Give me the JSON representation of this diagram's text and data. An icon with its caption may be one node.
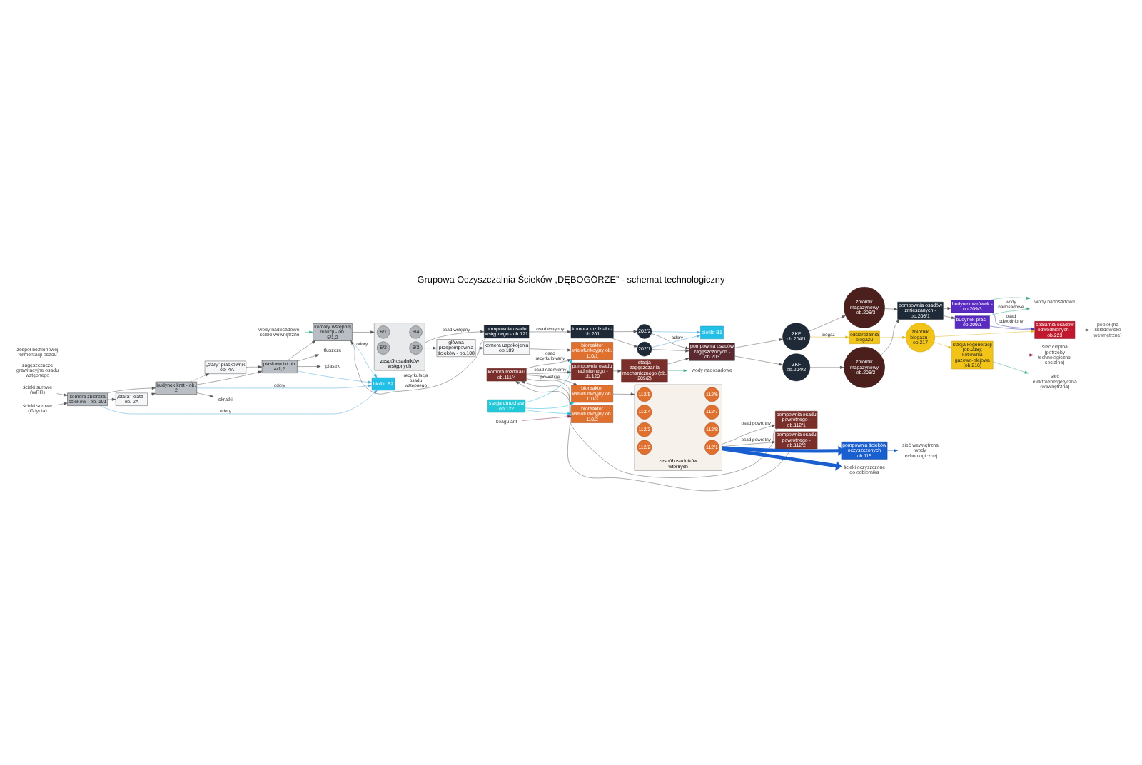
{
  "diagram": {
    "title": "Grupowa Oczyszczalnia Ścieków „DĘBOGÓRZE” - schemat technologiczny",
    "nodes": [
      {
        "text": [
          "ścieki surowe (WRR)"
        ]
      },
      {
        "text": [
          "ścieki surowe (Gdynia)"
        ]
      },
      {
        "text": [
          "komora zbiorcza ścieków - ob. 101"
        ]
      },
      {
        "text": [
          "„stara” krata - ob. 2A"
        ]
      },
      {
        "text": [
          "budynek krat - ob. 2"
        ]
      },
      {
        "text": [
          "„stary” piaskownik - ob. 4A"
        ]
      },
      {
        "text": [
          "piaskowniki ob. 4/1,2"
        ]
      },
      {
        "text": [
          "skratki"
        ]
      },
      {
        "text": [
          "piasek"
        ]
      },
      {
        "text": [
          "tłuszcze"
        ]
      },
      {
        "text": [
          "biofiltr B2"
        ]
      },
      {
        "text": [
          "komory wstępnej reakcji - ob. 5/1,2"
        ]
      },
      {
        "text": [
          "wody nadosadowe, ścieki wewnętrzne"
        ]
      },
      {
        "text": [
          "zespół osadników wstępnych"
        ]
      },
      {
        "text": [
          "6/1"
        ],
        "in": 13
      },
      {
        "text": [
          "6/2"
        ],
        "in": 13
      },
      {
        "text": [
          "6/4"
        ],
        "in": 13
      },
      {
        "text": [
          "6/3"
        ],
        "in": 13
      },
      {
        "text": [
          "pompownia osadu wstępnego - ob.121"
        ]
      },
      {
        "text": [
          "główna przepompownia ścieków - ob.108"
        ]
      },
      {
        "text": [
          "komora uspokojenia ob.109"
        ]
      },
      {
        "text": [
          "biofiltr B1"
        ]
      },
      {
        "text": [
          "pompownia osadu nadmiernego - ob.120"
        ]
      },
      {
        "text": [
          "stacja zagęszczania mechanicznego (ob. 209/2)"
        ]
      },
      {
        "text": [
          "wody nadosadowe"
        ]
      },
      {
        "text": [
          "komora rozdziału - ob.201"
        ]
      },
      {
        "text": [
          "202/1"
        ]
      },
      {
        "text": [
          "202/2"
        ]
      },
      {
        "text": [
          "pompownia osadów zagęszczonych - ob.203"
        ]
      },
      {
        "text": [
          "ZKF ob.204/1"
        ]
      },
      {
        "text": [
          "ZKF ob.204/2"
        ]
      },
      {
        "text": [
          "odsiarczalnia biogazu"
        ]
      },
      {
        "text": [
          "zbiornik magazynowy - ob.206/3"
        ]
      },
      {
        "text": [
          "zbiornik magazynowy - ob.206/2"
        ]
      },
      {
        "text": [
          "pompownia osadów zmieszanych - ob.206/1"
        ]
      },
      {
        "text": [
          "budynek wirówek - ob.209/3"
        ]
      },
      {
        "text": [
          "budynek pras - ob.209/1"
        ]
      },
      {
        "text": [
          "zbiornik biogazu - ob.217"
        ]
      },
      {
        "text": [
          "stacja kogeneracji (ob.218); kotłownia gazowo-olejowa (ob.216)"
        ]
      },
      {
        "text": [
          "sieć elektroenergetyczna (wewnętrzna)"
        ]
      },
      {
        "text": [
          "sieć cieplna (potrzeby technologiczne, socjalne)"
        ]
      },
      {
        "text": [
          "spalarnia osadów odwodnionych - ob.223"
        ]
      },
      {
        "text": [
          "popiół (na składowisko wewnętrzne)"
        ]
      },
      {
        "text": [
          "wody nadosadowe"
        ]
      },
      {
        "text": [
          "komora rozdziału ob.111/4"
        ]
      },
      {
        "text": [
          "pompownia osadu powrotnego - ob.112/1"
        ]
      },
      {
        "text": [
          "bioreaktor wielofunkcyjny ob. 110/1"
        ]
      },
      {
        "text": [
          "bioreaktor wielofunkcyjny ob. 110/2"
        ]
      },
      {
        "text": [
          "bioreaktor wielofunkcyjny ob. 110/3"
        ]
      },
      {
        "text": [
          "stacja dmuchaw ob.122"
        ]
      },
      {
        "text": [
          "koagulant"
        ]
      },
      {
        "text": [
          "pompownia osadu powrotnego - ob.112/2"
        ]
      },
      {
        "text": [
          "zespół osadników wtórnych"
        ]
      },
      {
        "text": [
          "112/5"
        ],
        "in": 52
      },
      {
        "text": [
          "112/4"
        ],
        "in": 52
      },
      {
        "text": [
          "112/3"
        ],
        "in": 52
      },
      {
        "text": [
          "112/2"
        ],
        "in": 52
      },
      {
        "text": [
          "112/6"
        ],
        "in": 52
      },
      {
        "text": [
          "112/7"
        ],
        "in": 52
      },
      {
        "text": [
          "112/8"
        ],
        "in": 52
      },
      {
        "text": [
          "112/1"
        ],
        "in": 52
      },
      {
        "text": [
          "pompownia ścieków oczyszczonych ob.115"
        ]
      },
      {
        "text": [
          "sieć wewnętrzna wody technologicznej"
        ]
      },
      {
        "text": [
          "ścieki oczyszczone do odbiornika"
        ]
      }
    ],
    "edges": [
      {
        "from": 0,
        "to": 2,
        "arrow": "to"
      },
      {
        "from": 1,
        "to": 2,
        "arrow": "to"
      },
      {
        "from": 2,
        "to": 4,
        "arrow": "to"
      },
      {
        "from": 2,
        "to": 3,
        "arrow": "to",
        "style": "dashed"
      },
      {
        "from": 3,
        "to": 4,
        "arrow": "to",
        "style": "dashed"
      },
      {
        "from": 4,
        "to": 5,
        "arrow": "to",
        "style": "dashed"
      },
      {
        "from": 5,
        "to": 6,
        "arrow": "to",
        "style": "dashed"
      },
      {
        "from": 4,
        "to": 6,
        "arrow": "to"
      },
      {
        "from": 6,
        "to": 11,
        "arrow": "to"
      },
      {
        "from": 4,
        "to": 7,
        "arrow": "to"
      },
      {
        "from": 6,
        "to": 8,
        "arrow": "to"
      },
      {
        "from": 6,
        "to": 9,
        "arrow": "to"
      },
      {
        "from": 2,
        "to": 10,
        "label": "odory",
        "arrow": "to",
        "color": "#4fa8dc"
      },
      {
        "from": 4,
        "to": 10,
        "label": "odory",
        "arrow": "to",
        "color": "#4fa8dc"
      },
      {
        "from": 6,
        "to": 10,
        "arrow": "to",
        "color": "#4fa8dc"
      },
      {
        "from": 11,
        "to": 10,
        "label": "odory",
        "arrow": "to",
        "color": "#4fa8dc"
      },
      {
        "from": 12,
        "to": 11,
        "arrow": "to",
        "color": "#3aa887"
      },
      {
        "from": 11,
        "to": 13,
        "arrow": "to"
      },
      {
        "from": 13,
        "to": 19,
        "arrow": "to"
      },
      {
        "from": 13,
        "to": 18,
        "label": "osad wstępny",
        "arrow": "to"
      },
      {
        "from": 18,
        "to": 11,
        "label": "recyrkulacja osadu wstępnego",
        "arrow": "to"
      },
      {
        "from": 18,
        "to": 25,
        "label": "osad wstępny",
        "arrow": "to"
      },
      {
        "from": 19,
        "to": 20,
        "arrow": "to"
      },
      {
        "from": 20,
        "to": 46,
        "arrow": "to"
      },
      {
        "from": 25,
        "to": 26,
        "arrow": "to"
      },
      {
        "from": 25,
        "to": 27,
        "arrow": "to"
      },
      {
        "from": 26,
        "to": 28,
        "arrow": "to"
      },
      {
        "from": 27,
        "to": 28,
        "arrow": "to"
      },
      {
        "from": 26,
        "to": 21,
        "label": "odory",
        "arrow": "to",
        "color": "#4fa8dc"
      },
      {
        "from": 27,
        "to": 21,
        "arrow": "to",
        "color": "#4fa8dc"
      },
      {
        "from": 22,
        "to": 23,
        "arrow": "to"
      },
      {
        "from": 23,
        "to": 24,
        "arrow": "to",
        "color": "#3aa887"
      },
      {
        "from": 23,
        "to": 28,
        "arrow": "to"
      },
      {
        "from": 28,
        "to": 29,
        "arrow": "to"
      },
      {
        "from": 28,
        "to": 30,
        "arrow": "to"
      },
      {
        "from": 29,
        "to": 31,
        "label": "biogaz",
        "arrow": "to",
        "color": "#e0b820"
      },
      {
        "from": 31,
        "to": 37,
        "arrow": "to",
        "color": "#e0b820"
      },
      {
        "from": 37,
        "to": 38,
        "arrow": "to",
        "color": "#e0b820"
      },
      {
        "from": 38,
        "to": 39,
        "arrow": "to",
        "color": "#3aa887"
      },
      {
        "from": 38,
        "to": 40,
        "arrow": "to",
        "color": "#8a2a4a"
      },
      {
        "from": 29,
        "to": 32,
        "arrow": "to"
      },
      {
        "from": 30,
        "to": 33,
        "arrow": "to"
      },
      {
        "from": 32,
        "to": 34,
        "arrow": "to"
      },
      {
        "from": 33,
        "to": 34,
        "arrow": "to"
      },
      {
        "from": 34,
        "to": 35,
        "arrow": "to"
      },
      {
        "from": 34,
        "to": 36,
        "arrow": "to"
      },
      {
        "from": 35,
        "to": 41,
        "label": "osad odwodniony",
        "arrow": "to",
        "color": "#3a3ab0"
      },
      {
        "from": 36,
        "to": 41,
        "arrow": "to",
        "color": "#3a3ab0"
      },
      {
        "from": 35,
        "to": 43,
        "arrow": "to",
        "color": "#3aa887"
      },
      {
        "from": 36,
        "to": 43,
        "label": "wody nadosadowe",
        "arrow": "to",
        "color": "#3aa887"
      },
      {
        "from": 37,
        "to": 41,
        "arrow": "to",
        "color": "#e0b820"
      },
      {
        "from": 41,
        "to": 42,
        "arrow": "to"
      },
      {
        "from": 44,
        "to": 22,
        "label": "osad nadmierny",
        "arrow": "to"
      },
      {
        "from": 44,
        "to": 46,
        "label": "osad recyrkulowany",
        "arrow": "to"
      },
      {
        "from": 44,
        "to": 47,
        "arrow": "to"
      },
      {
        "from": 44,
        "to": 48,
        "arrow": "to"
      },
      {
        "from": 45,
        "to": 44,
        "arrow": "to"
      },
      {
        "from": 51,
        "to": 44,
        "arrow": "to"
      },
      {
        "from": 49,
        "to": 46,
        "label": "powietrze",
        "arrow": "to",
        "color": "#22b8d8"
      },
      {
        "from": 49,
        "to": 47,
        "arrow": "to",
        "color": "#22b8d8"
      },
      {
        "from": 49,
        "to": 48,
        "arrow": "to",
        "color": "#22b8d8"
      },
      {
        "from": 50,
        "to": 47,
        "arrow": "to",
        "color": "#8a2a4a"
      },
      {
        "from": 48,
        "to": 52,
        "arrow": "to"
      },
      {
        "from": 52,
        "to": 45,
        "label": "osad powrotny",
        "arrow": "to"
      },
      {
        "from": 52,
        "to": 51,
        "label": "osad powrotny",
        "arrow": "to"
      },
      {
        "from": 52,
        "to": 61,
        "arrow": "to",
        "style": "thick",
        "color": "#1a5fd0"
      },
      {
        "from": 52,
        "to": 63,
        "arrow": "to",
        "style": "thick",
        "color": "#1a5fd0"
      },
      {
        "from": 61,
        "to": 62,
        "arrow": "to",
        "color": "#1a5fd0"
      }
    ],
    "labels": [
      "zagęszczacze grawitacyjne osadu wstępnego",
      "zespół beztlenowej fermentacji osadu"
    ]
  }
}
